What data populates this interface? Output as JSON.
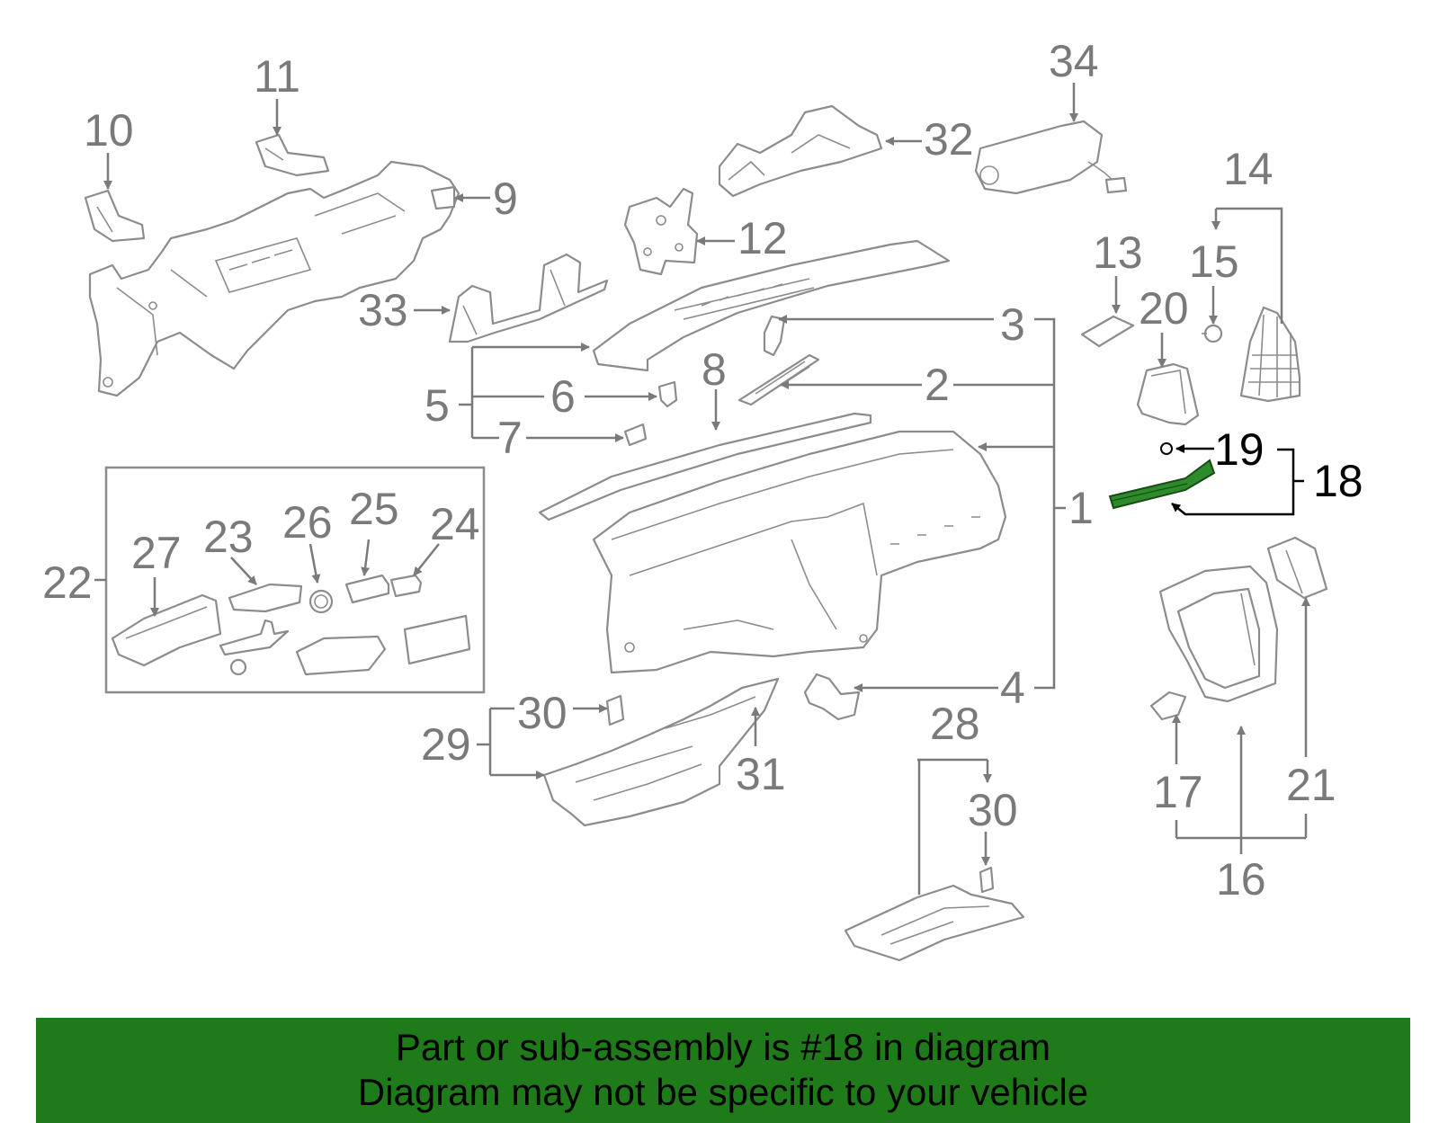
{
  "callouts": [
    "1",
    "2",
    "3",
    "4",
    "5",
    "6",
    "7",
    "8",
    "9",
    "10",
    "11",
    "12",
    "13",
    "14",
    "15",
    "16",
    "17",
    "18",
    "19",
    "20",
    "21",
    "22",
    "23",
    "24",
    "25",
    "26",
    "27",
    "28",
    "29",
    "30",
    "31",
    "32",
    "33",
    "34"
  ],
  "callout_30_second": "30",
  "highlight": {
    "part_number": "18",
    "color": "#2e8b2a"
  },
  "banner": {
    "line1": "Part or sub-assembly is #18 in diagram",
    "line2": "Diagram may not be specific to your vehicle",
    "color": "#1f7a1a"
  }
}
